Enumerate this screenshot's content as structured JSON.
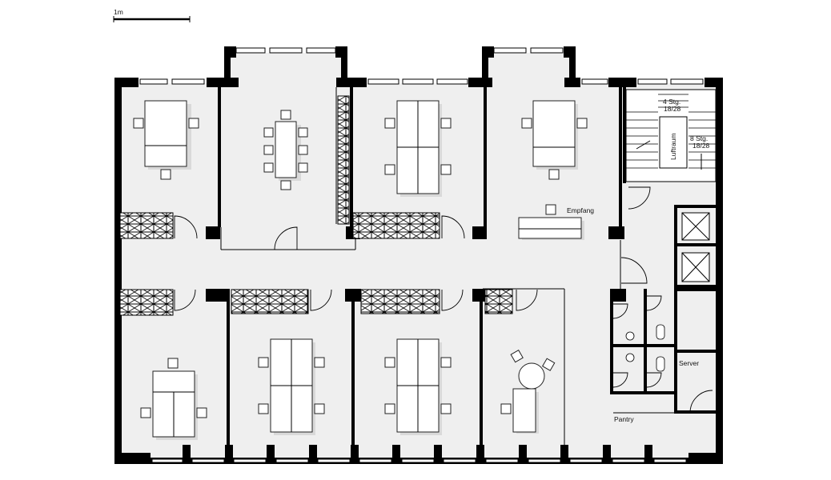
{
  "scale_bar": {
    "label": "1m"
  },
  "labels": {
    "reception": "Empfang",
    "airspace": "Luftraum",
    "stairs_up": {
      "line1": "4 Stg.",
      "line2": "18/28"
    },
    "stairs_down": {
      "line1": "8 Stg.",
      "line2": "18/28"
    },
    "server": "Server",
    "pantry": "Pantry"
  },
  "colors": {
    "floor": "#efefef",
    "wall": "#000000",
    "furniture": "#ffffff",
    "shadow": "#d9d9d9"
  }
}
